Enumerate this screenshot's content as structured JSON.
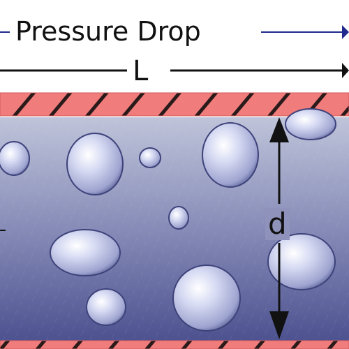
{
  "labels": {
    "pressure_drop": "Pressure Drop",
    "length": "L",
    "diameter": "d"
  },
  "colors": {
    "pipe_wall": "#f07c7c",
    "wall_hatch": "#2a1a1a",
    "fluid_top": "#bfc4da",
    "fluid_bottom": "#4d5290",
    "bubble": "#c6cbee",
    "pressure_arrow": "#1f2a8c",
    "dimension_line": "#111111"
  }
}
